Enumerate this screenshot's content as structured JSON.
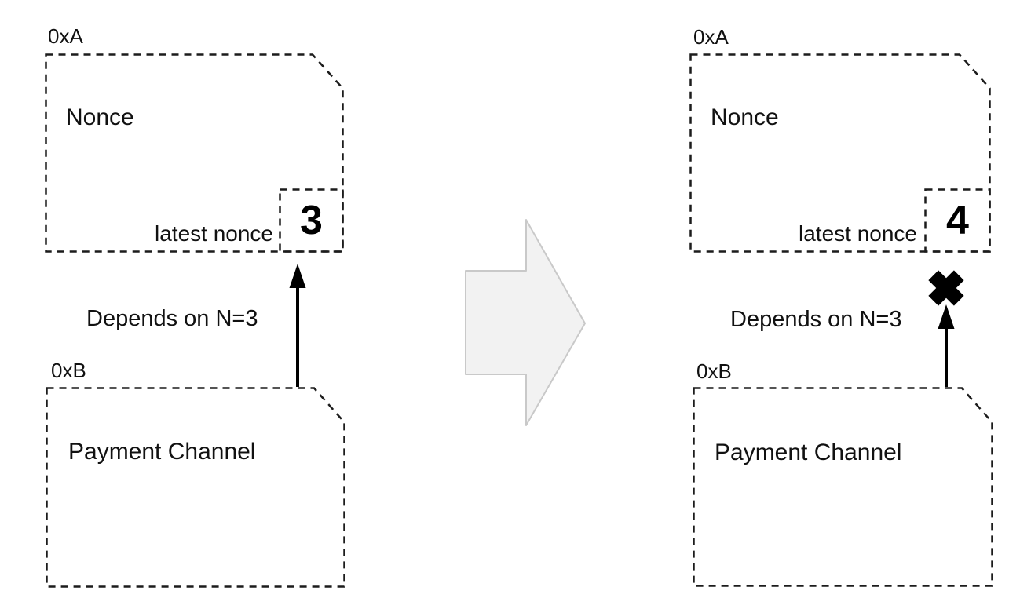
{
  "diagram": {
    "description": "Two-state diagram of a nonce dependency between smart contracts",
    "before": {
      "nonce_contract": {
        "address": "0xA",
        "title": "Nonce",
        "latest_nonce_label": "latest nonce",
        "latest_nonce_value": "3"
      },
      "payment_contract": {
        "address": "0xB",
        "title": "Payment Channel"
      },
      "dependency_label": "Depends on N=3"
    },
    "after": {
      "nonce_contract": {
        "address": "0xA",
        "title": "Nonce",
        "latest_nonce_label": "latest nonce",
        "latest_nonce_value": "4"
      },
      "payment_contract": {
        "address": "0xB",
        "title": "Payment Channel"
      },
      "dependency_label": "Depends on N=3",
      "dependency_broken": true
    },
    "icons": {
      "transition_arrow": "right-block-arrow",
      "dependency_arrow": "up-arrow",
      "broken_dependency": "heavy-cross"
    },
    "colors": {
      "outline_stroke": "#1c1c1c",
      "text": "#111111",
      "transition_arrow_fill": "#f2f2f2",
      "transition_arrow_stroke": "#c9c9c9",
      "arrow_and_cross": "#000000"
    }
  }
}
